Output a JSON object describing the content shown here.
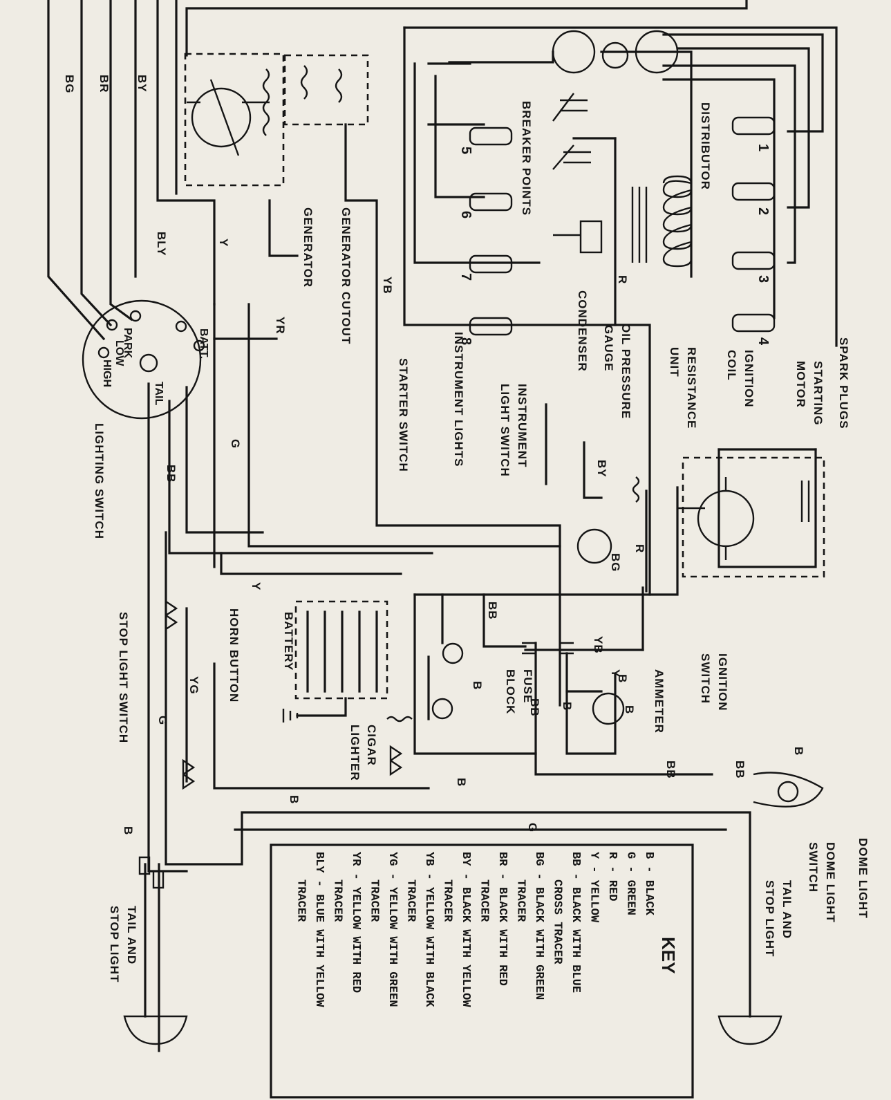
{
  "components": [
    {
      "text": "SPARK PLUGS"
    },
    {
      "text": "STARTING"
    },
    {
      "text": "MOTOR"
    },
    {
      "text": "IGNITION"
    },
    {
      "text": "COIL"
    },
    {
      "text": "RESISTANCE"
    },
    {
      "text": "UNIT"
    },
    {
      "text": "DISTRIBUTOR"
    },
    {
      "text": "BREAKER POINTS"
    },
    {
      "text": "CONDENSER"
    },
    {
      "text": "OIL PRESSURE"
    },
    {
      "text": "GAUGE"
    },
    {
      "text": "INSTRUMENT"
    },
    {
      "text": "LIGHT SWITCH"
    },
    {
      "text": "INSTRUMENT LIGHTS"
    },
    {
      "text": "STARTER SWITCH"
    },
    {
      "text": "GENERATOR CUTOUT"
    },
    {
      "text": "GENERATOR"
    },
    {
      "text": "LIGHTING SWITCH"
    },
    {
      "text": "IGNITION"
    },
    {
      "text": "SWITCH"
    },
    {
      "text": "AMMETER"
    },
    {
      "text": "FUSE"
    },
    {
      "text": "BLOCK"
    },
    {
      "text": "BATTERY"
    },
    {
      "text": "HORN BUTTON"
    },
    {
      "text": "CIGAR"
    },
    {
      "text": "LIGHTER"
    },
    {
      "text": "STOP LIGHT SWITCH"
    },
    {
      "text": "DOME LIGHT"
    },
    {
      "text": "DOME LIGHT"
    },
    {
      "text": "SWITCH"
    },
    {
      "text": "TAIL AND"
    },
    {
      "text": "STOP LIGHT"
    },
    {
      "text": "TAIL AND"
    },
    {
      "text": "STOP LIGHT"
    },
    {
      "text": "PARK"
    },
    {
      "text": "LOW"
    },
    {
      "text": "HIGH"
    },
    {
      "text": "TAIL"
    },
    {
      "text": "BATT."
    }
  ],
  "wire_codes": [
    "BG",
    "BR",
    "BY",
    "BLY",
    "Y",
    "YB",
    "YR",
    "G",
    "BB",
    "Y",
    "R",
    "R",
    "BY",
    "BG",
    "YB",
    "Y",
    "B",
    "BB",
    "BB",
    "BB",
    "B",
    "B",
    "YG",
    "G",
    "B",
    "B",
    "G",
    "B",
    "BB",
    "B",
    "B"
  ],
  "spark_plug_numbers": [
    "1",
    "2",
    "3",
    "4",
    "5",
    "6",
    "7",
    "8"
  ],
  "key": {
    "title": "KEY",
    "entries": [
      "B - BLACK",
      "G - GREEN",
      "R - RED",
      "Y - YELLOW",
      "BB - BLACK WITH BLUE",
      "CROSS TRACER",
      "BG - BLACK WITH GREEN",
      "TRACER",
      "BR - BLACK WITH RED",
      "TRACER",
      "BY - BLACK WITH YELLOW",
      "TRACER",
      "YB - YELLOW WITH BLACK",
      "TRACER",
      "YG - YELLOW WITH GREEN",
      "TRACER",
      "YR - YELLOW WITH RED",
      "TRACER",
      "BLY - BLUE WITH YELLOW",
      "TRACER"
    ]
  }
}
